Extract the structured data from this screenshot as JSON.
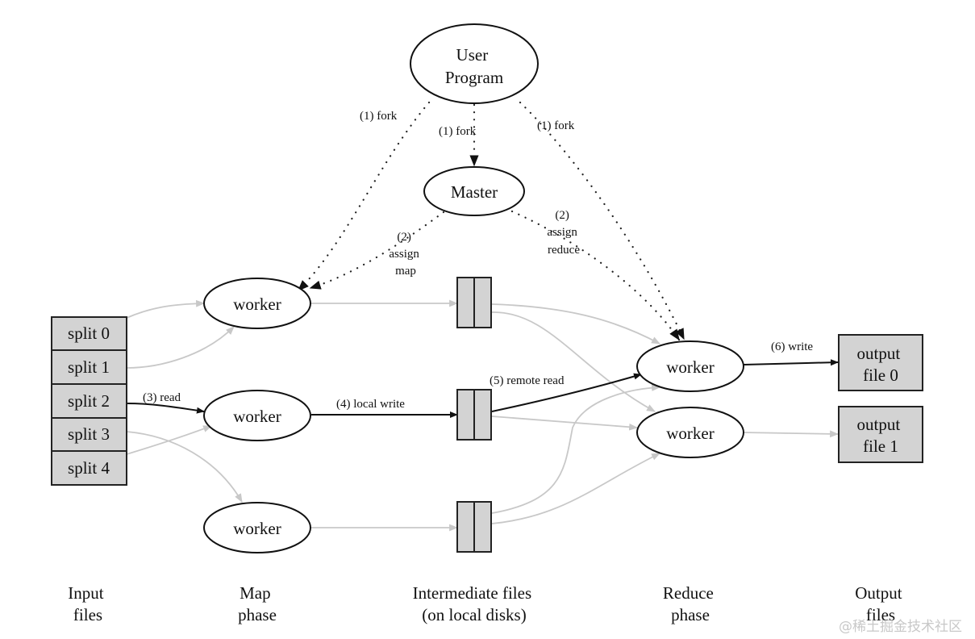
{
  "diagram": {
    "title": "MapReduce execution overview",
    "colors": {
      "box_fill": "#d3d3d3",
      "inactive_edge": "#c8c8c8",
      "active_edge": "#111111"
    },
    "nodes": {
      "user_program": [
        "User",
        "Program"
      ],
      "master": "Master",
      "map_workers": [
        "worker",
        "worker",
        "worker"
      ],
      "reduce_workers": [
        "worker",
        "worker"
      ],
      "splits": [
        "split 0",
        "split 1",
        "split 2",
        "split 3",
        "split 4"
      ],
      "outputs": [
        [
          "output",
          "file 0"
        ],
        [
          "output",
          "file 1"
        ]
      ]
    },
    "edge_labels": {
      "fork_left": "(1) fork",
      "fork_center": "(1) fork",
      "fork_right": "(1) fork",
      "assign_map": [
        "(2)",
        "assign",
        "map"
      ],
      "assign_reduce": [
        "(2)",
        "assign",
        "reduce"
      ],
      "read": "(3) read",
      "local_write": "(4) local write",
      "remote_read": "(5) remote read",
      "write": "(6) write"
    },
    "columns": [
      [
        "Input",
        "files"
      ],
      [
        "Map",
        "phase"
      ],
      [
        "Intermediate files",
        "(on local disks)"
      ],
      [
        "Reduce",
        "phase"
      ],
      [
        "Output",
        "files"
      ]
    ],
    "watermark": "@稀土掘金技术社区"
  }
}
